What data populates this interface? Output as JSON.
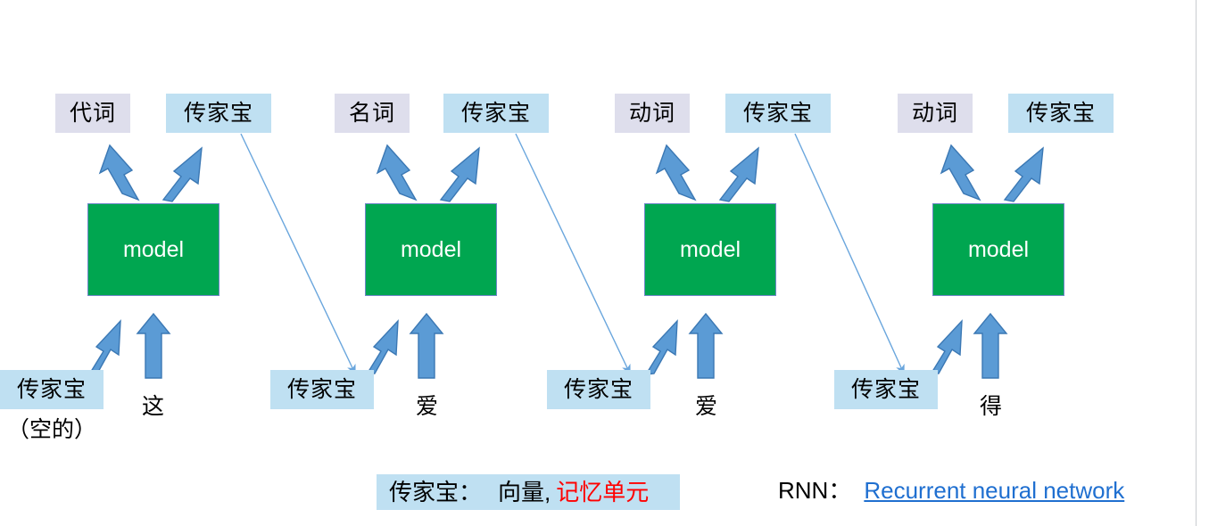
{
  "diagram": {
    "title_absent": true,
    "model_label": "model",
    "memory_label": "传家宝",
    "empty_note": "（空的）",
    "columns": [
      {
        "id": "step-1",
        "pos_tag": "代词",
        "memory_out": "传家宝",
        "memory_in": "传家宝",
        "input_word": "这",
        "memory_in_note": "（空的）"
      },
      {
        "id": "step-2",
        "pos_tag": "名词",
        "memory_out": "传家宝",
        "memory_in": "传家宝",
        "input_word": "爱",
        "memory_in_note": ""
      },
      {
        "id": "step-3",
        "pos_tag": "动词",
        "memory_out": "传家宝",
        "memory_in": "传家宝",
        "input_word": "爱",
        "memory_in_note": ""
      },
      {
        "id": "step-4",
        "pos_tag": "动词",
        "memory_out": "传家宝",
        "memory_in": "传家宝",
        "input_word": "得",
        "memory_in_note": ""
      }
    ],
    "legend": {
      "memory_term": "传家宝：",
      "memory_meaning_black": "向量,",
      "memory_meaning_red": "记忆单元",
      "rnn_term": "RNN：",
      "rnn_expansion": "Recurrent neural network"
    },
    "colors": {
      "model_fill": "#00a650",
      "model_border": "#6f86c8",
      "memory_fill": "#bfe0f2",
      "tag_fill": "#dedeec",
      "arrow_fill": "#5b9bd5",
      "arrow_stroke": "#3b78b4",
      "thin_line": "#6aa6dd",
      "link_blue": "#1f6fd0",
      "accent_red": "#ff0000",
      "frame_grey": "#c9ccd1"
    }
  }
}
